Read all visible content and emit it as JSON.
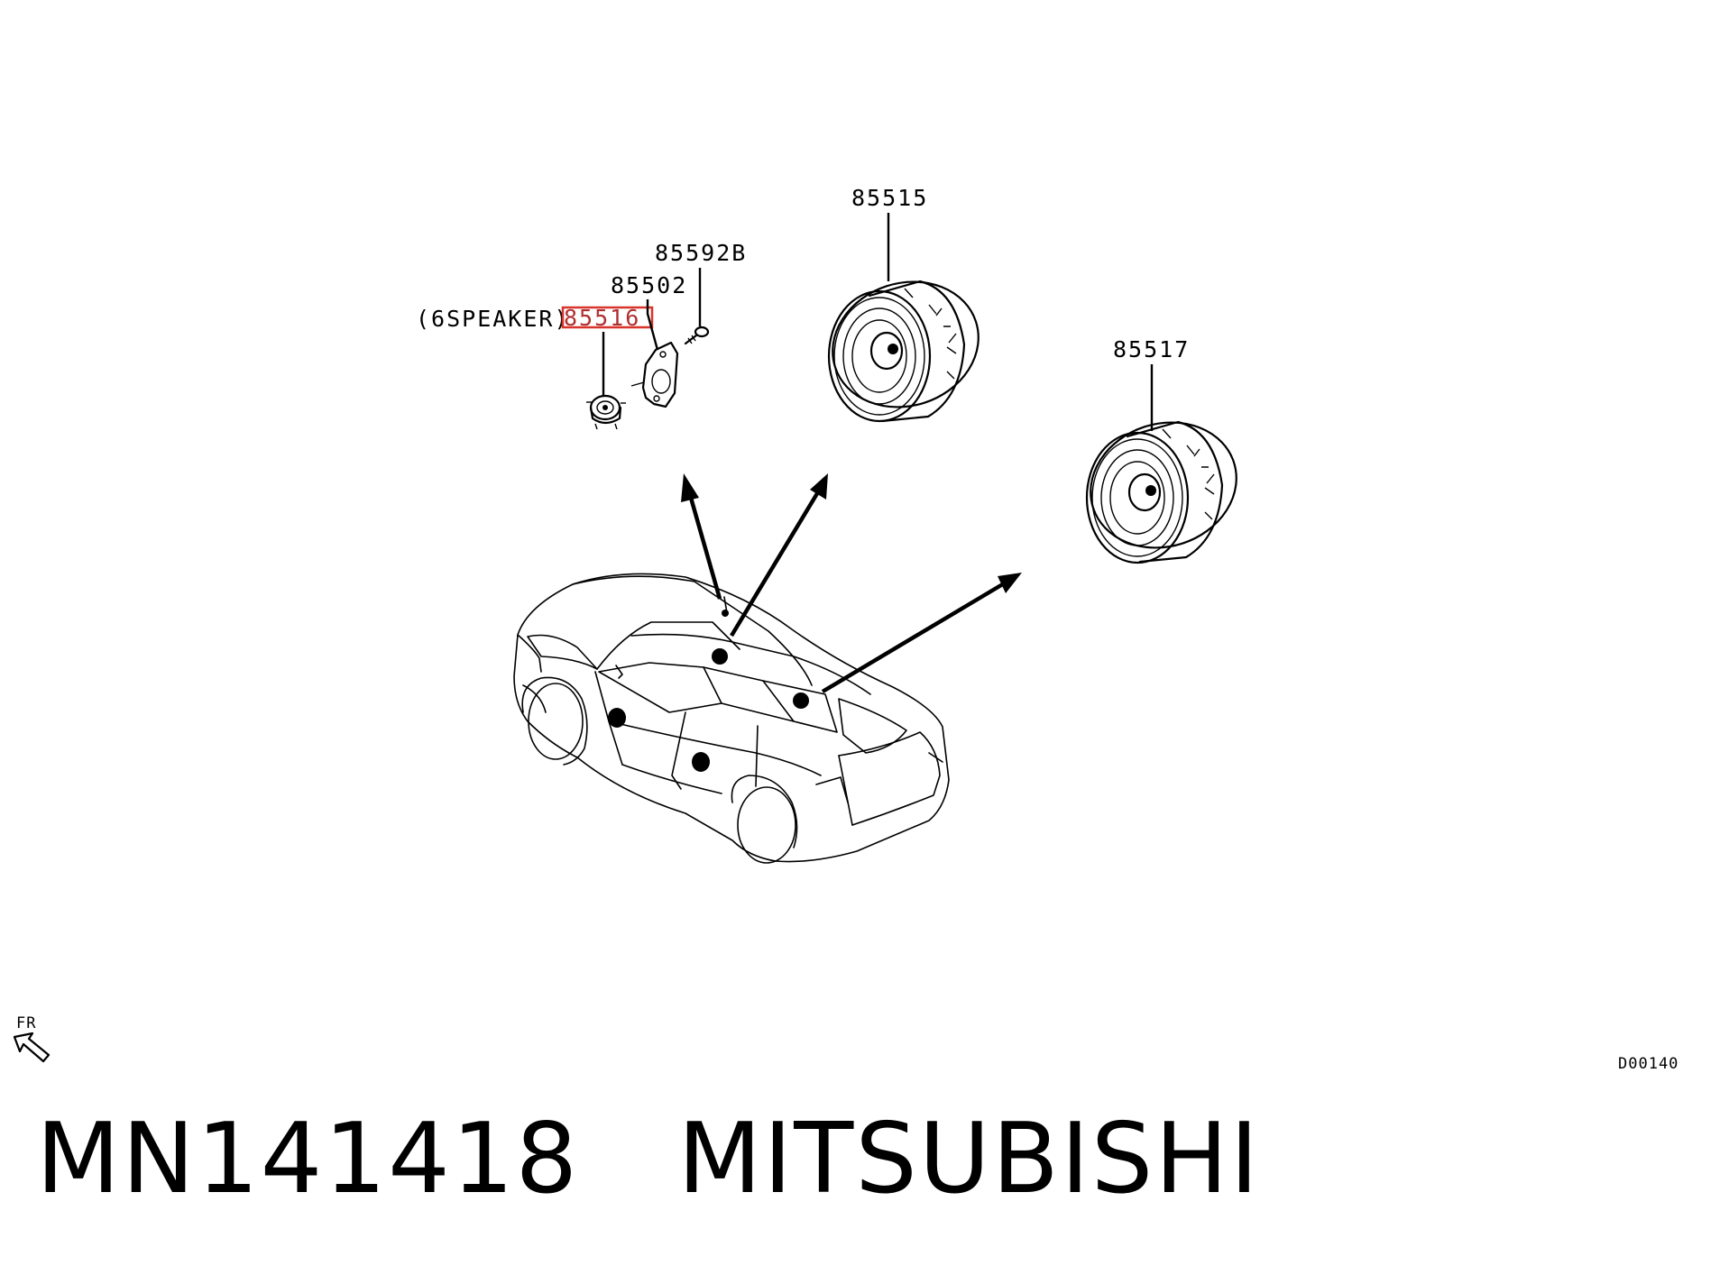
{
  "labels": {
    "p85515": "85515",
    "p85592B": "85592B",
    "p85502": "85502",
    "six_speaker": "(6SPEAKER)",
    "p85516": "85516",
    "p85517": "85517",
    "front": "FR",
    "diagram_code": "D00140"
  },
  "caption": {
    "part_number": "MN141418",
    "brand": "MITSUBISHI",
    "text": "MN141418   MITSUBISHI"
  },
  "colors": {
    "line": "#000000",
    "highlight_box": "#d9342b",
    "background": "#ffffff"
  },
  "icons": [
    "front-direction-arrow-icon"
  ]
}
